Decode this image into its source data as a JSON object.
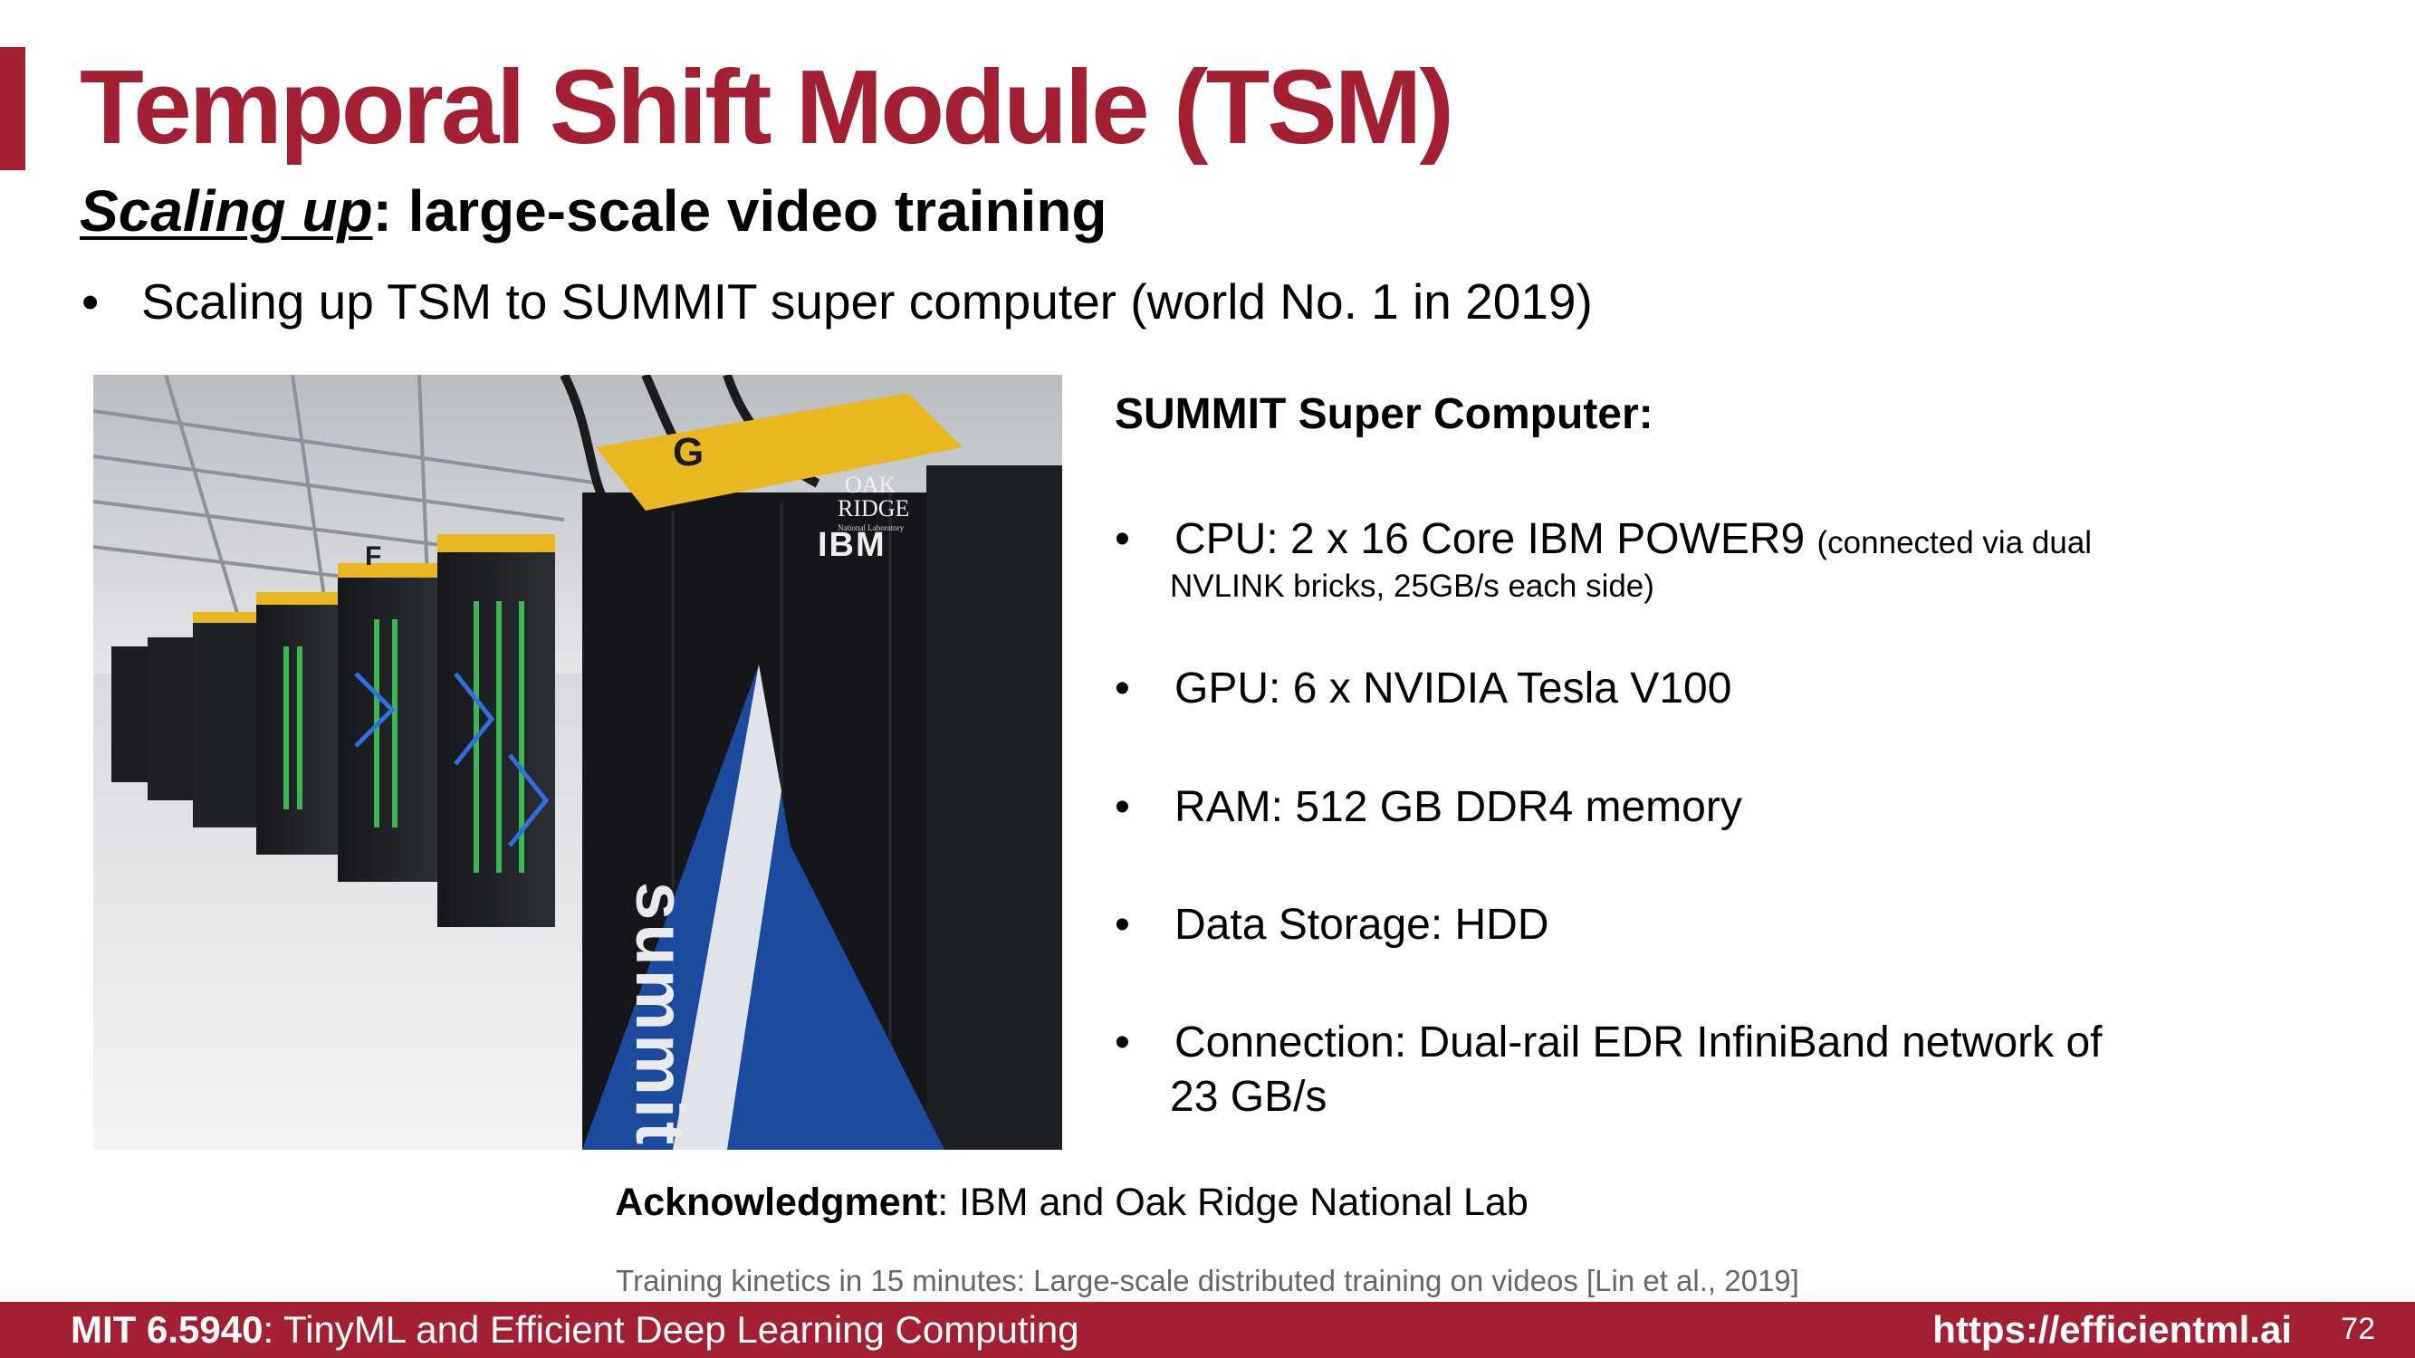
{
  "header": {
    "title": "Temporal Shift Module (TSM)",
    "subtitle_emphasis": "Scaling up",
    "subtitle_rest": ": large-scale video training"
  },
  "bullet": {
    "text": "Scaling up TSM to SUMMIT super computer (world No. 1 in 2019)"
  },
  "photo": {
    "logo_text": "summit",
    "lab_line1": "OAK",
    "lab_line2": "RIDGE",
    "lab_line3": "National Laboratory",
    "vendor": "IBM",
    "row_letters": [
      "G",
      "F"
    ]
  },
  "specs": {
    "title": "SUMMIT Super Computer:",
    "cpu": "CPU: 2 x 16 Core IBM POWER9",
    "cpu_note": "(connected via dual",
    "cpu_note_cont": "NVLINK bricks, 25GB/s each side)",
    "gpu": "GPU: 6 x NVIDIA Tesla V100",
    "ram": "RAM: 512 GB DDR4 memory",
    "storage": "Data Storage: HDD",
    "connection": "Connection: Dual-rail EDR InfiniBand network of",
    "connection_cont": "23 GB/s"
  },
  "acknowledgment": {
    "label": "Acknowledgment",
    "text": ": IBM and Oak Ridge National Lab"
  },
  "citation": "Training kinetics in 15 minutes: Large-scale distributed training on videos [Lin et al., 2019]",
  "footer": {
    "course_code": "MIT 6.5940",
    "course_name": ": TinyML and Efficient Deep Learning Computing",
    "url": "https://efficientml.ai",
    "page": "72"
  },
  "colors": {
    "accent": "#a31f34",
    "rack_yellow": "#e9b820",
    "summit_blue": "#1c4a9c"
  },
  "bullet_glyph": "•"
}
